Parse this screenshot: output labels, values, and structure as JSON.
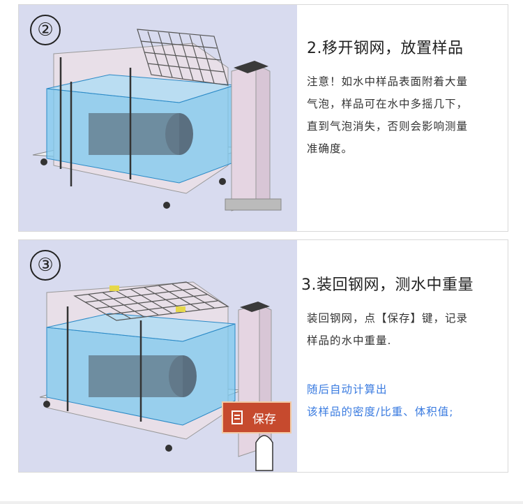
{
  "step2": {
    "number": "②",
    "title": "2.移开钢网，放置样品",
    "lines": [
      "注意！如水中样品表面附着大量",
      "气泡，样品可在水中多摇几下，",
      "直到气泡消失，否则会影响测量",
      "准确度。"
    ]
  },
  "step3": {
    "number": "③",
    "title": "3.装回钢网，测水中重量",
    "lines": [
      "装回钢网，点【保存】键，记录",
      "样品的水中重量."
    ],
    "blue_lines": [
      "随后自动计算出",
      "该样品的密度/比重、体积值;"
    ],
    "save_button": "保存"
  },
  "colors": {
    "accent_blue": "#3a7be0",
    "save_button": "#c64a2e",
    "illustration_bg": "#d8dbef"
  }
}
